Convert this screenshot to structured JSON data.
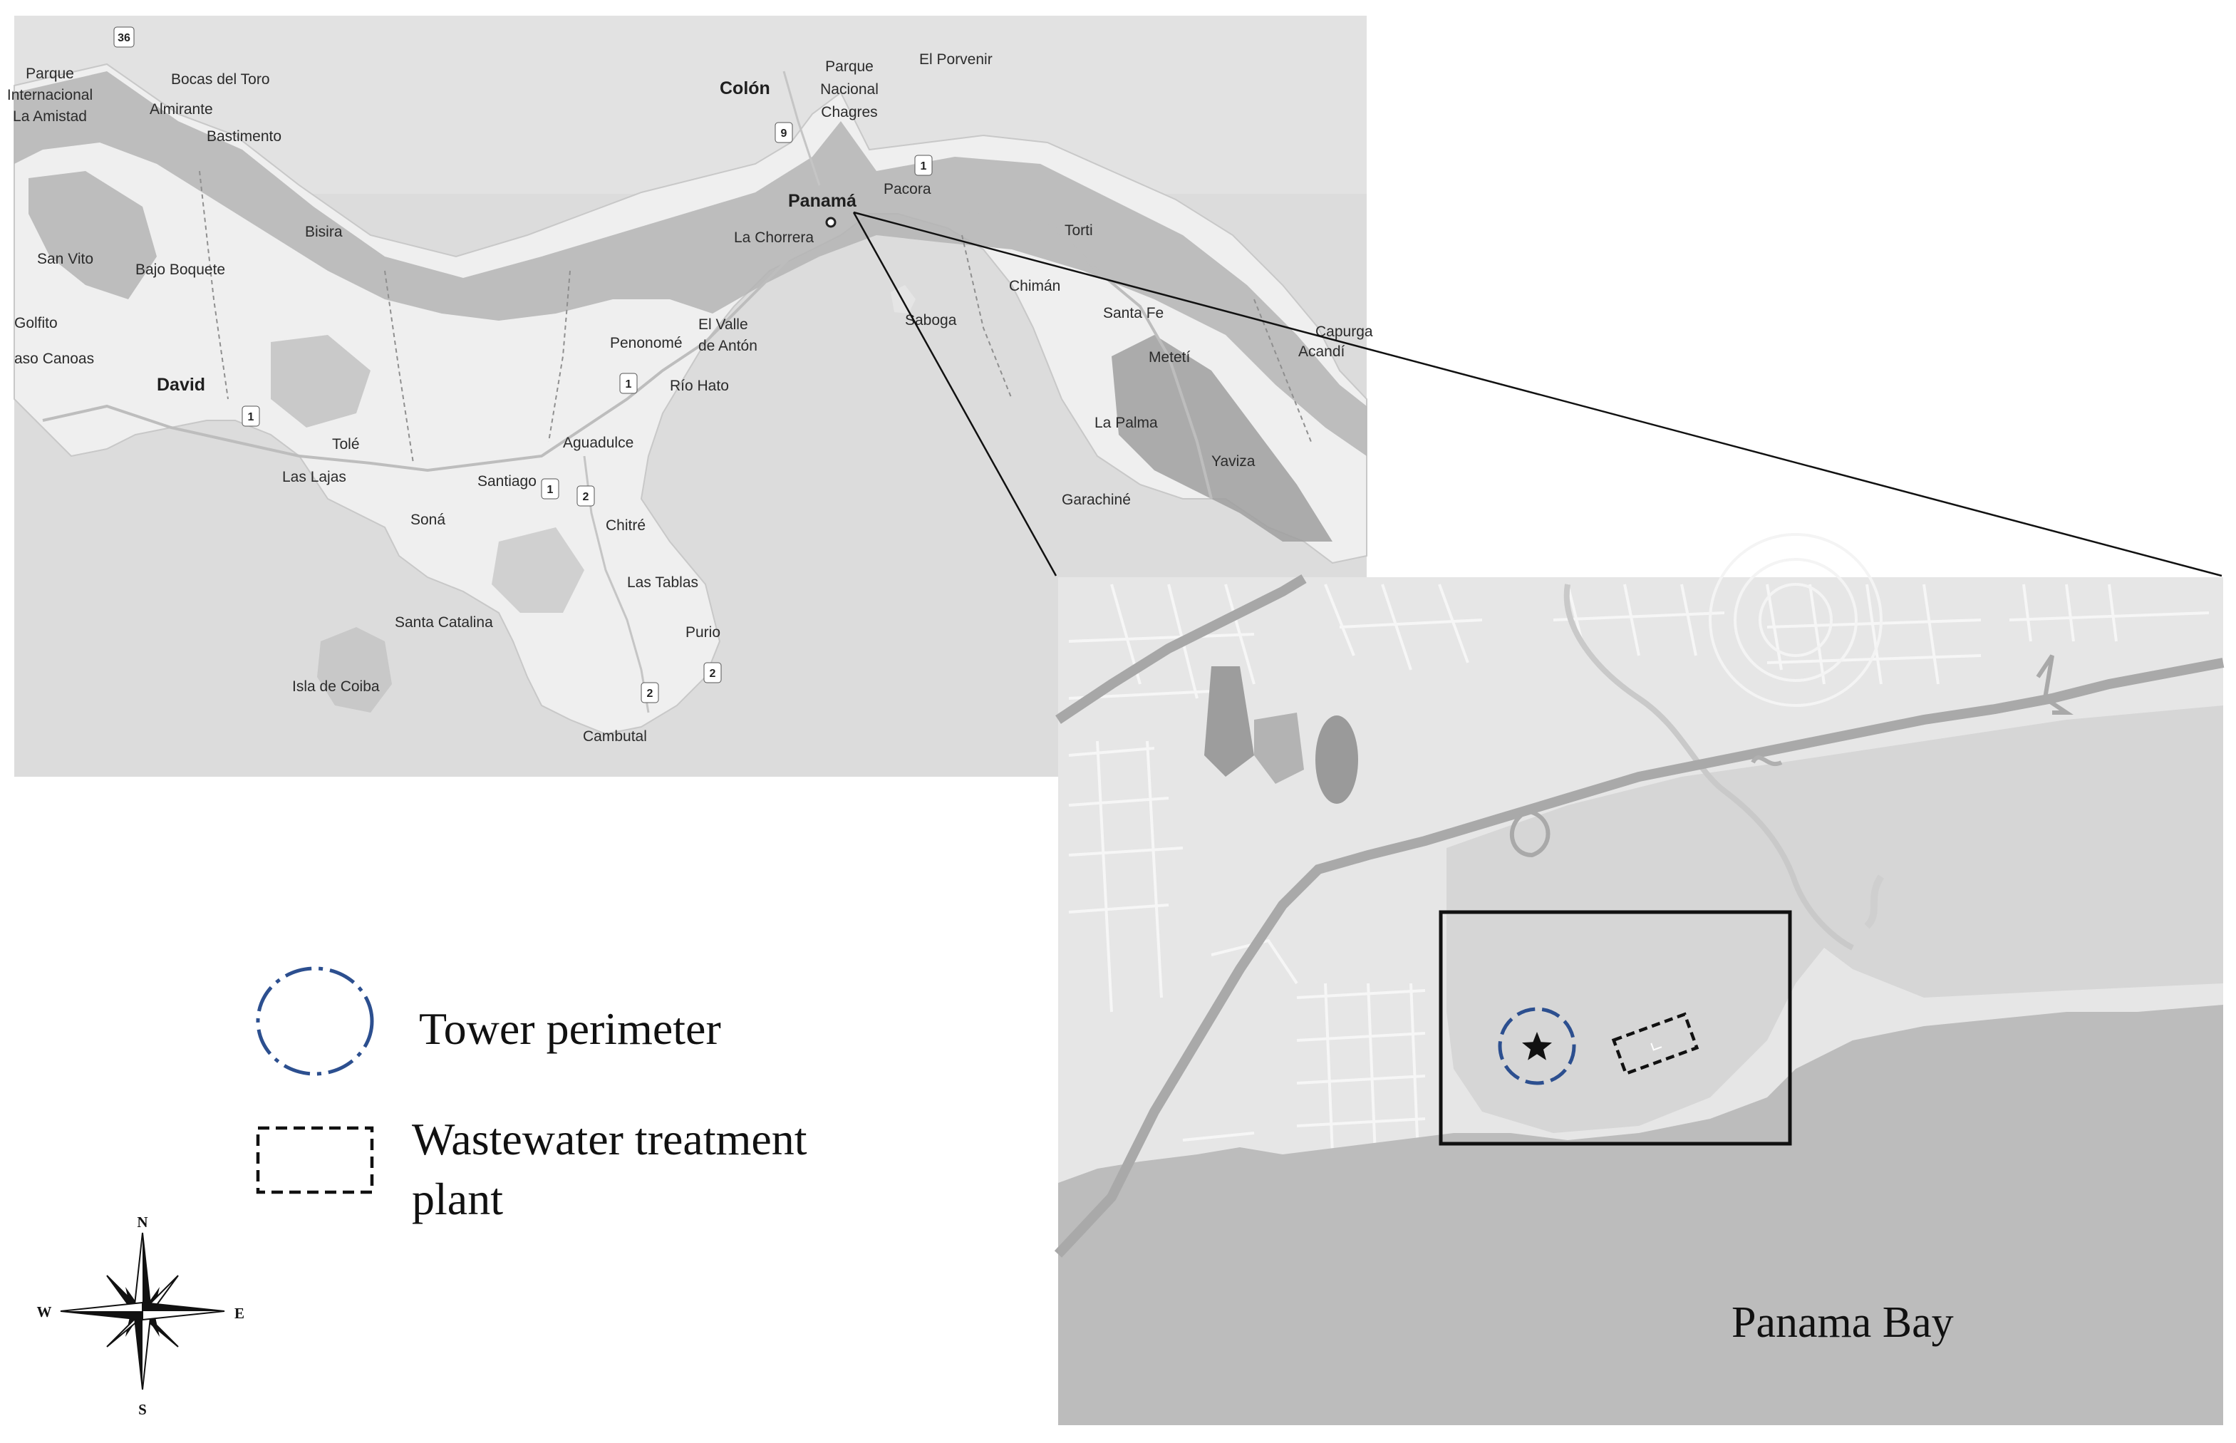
{
  "colors": {
    "sea_overview": "#dcdcdc",
    "land_overview": "#ededed",
    "forest_overview": "#a9a9a9",
    "land_inset": "#e6e6e6",
    "bay_inset": "#bdbdbd",
    "tower_circle": "#2c4f8f",
    "frame": "#111111"
  },
  "overview_map": {
    "places": {
      "parque_amistad": "Parque Internacional La Amistad",
      "bocas_del_toro": "Bocas del Toro",
      "almirante": "Almirante",
      "bastimento": "Bastimento",
      "colon": "Colón",
      "parque_chagres": "Parque Nacional Chagres",
      "el_porvenir": "El Porvenir",
      "panama": "Panamá",
      "pacora": "Pacora",
      "la_chorrera": "La Chorrera",
      "bisira": "Bisira",
      "san_vito": "San Vito",
      "bajo_boquete": "Bajo Boquete",
      "golfito": "Golfito",
      "paso_canoas": "aso Canoas",
      "david": "David",
      "tole": "Tolé",
      "las_lajas": "Las Lajas",
      "sona": "Soná",
      "santiago": "Santiago",
      "aguadulce": "Aguadulce",
      "penonome": "Penonomé",
      "el_valle": "El Valle de Antón",
      "rio_hato": "Río Hato",
      "chitre": "Chitré",
      "las_tablas": "Las Tablas",
      "santa_catalina": "Santa Catalina",
      "purio": "Purio",
      "isla_coiba": "Isla de Coiba",
      "cambutal": "Cambutal",
      "saboga": "Saboga",
      "torti": "Torti",
      "chiman": "Chimán",
      "santa_fe": "Santa Fe",
      "meteti": "Metetí",
      "la_palma": "La Palma",
      "yaviza": "Yaviza",
      "garachine": "Garachiné",
      "capurgana": "Capurga",
      "acandi": "Acandí"
    },
    "shields": {
      "s36": "36",
      "s9": "9",
      "s1a": "1",
      "s1b": "1",
      "s1c": "1",
      "s1d": "1",
      "s2a": "2",
      "s2b": "2",
      "s2c": "2"
    }
  },
  "inset_map": {
    "bay_label": "Panama Bay"
  },
  "legend": {
    "tower_label": "Tower perimeter",
    "wwtp_label_line1": "Wastewater  treatment",
    "wwtp_label_line2": "plant"
  },
  "compass": {
    "north": "N",
    "south": "S",
    "east": "E",
    "west": "W"
  }
}
